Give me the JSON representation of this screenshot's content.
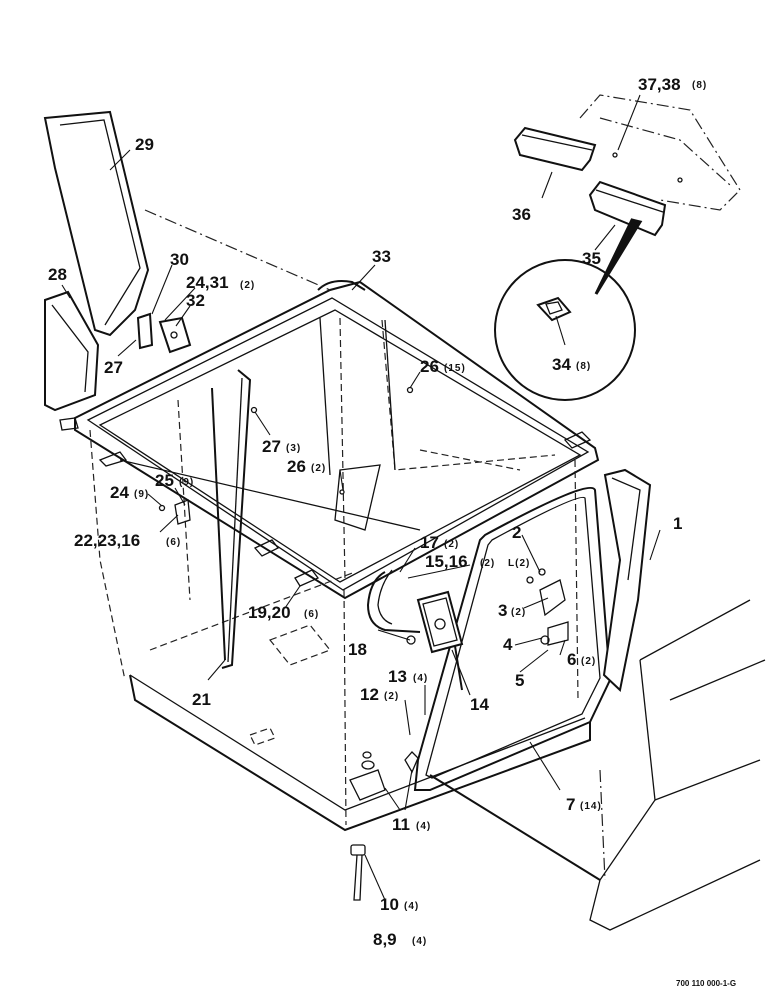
{
  "callouts": {
    "c1": "1",
    "c2": "2",
    "c3": "3",
    "c3q": "(2)",
    "c4": "4",
    "c5": "5",
    "c6": "6",
    "c6q": "(2)",
    "c7": "7",
    "c7q": "(14)",
    "c8_9": "8,9",
    "c8_9q": "(4)",
    "c10": "10",
    "c10q": "(4)",
    "c11": "11",
    "c11q": "(4)",
    "c12": "12",
    "c12q": "(2)",
    "c13": "13",
    "c13q": "(4)",
    "c14": "14",
    "c15_16": "15,16",
    "c15_16q": "(2)",
    "c15_16L": "L(2)",
    "c17": "17",
    "c17q": "(2)",
    "c18": "18",
    "c19_20": "19,20",
    "c19_20q": "(6)",
    "c21": "21",
    "c22_23_16": "22,23,16",
    "c22_23_16q": "(6)",
    "c24a": "24",
    "c24aq": "(9)",
    "c24_31": "24,31",
    "c24_31q": "(2)",
    "c25": "25",
    "c25q": "(9)",
    "c26a": "26",
    "c26aq": "(15)",
    "c26b": "26",
    "c26bq": "(2)",
    "c27a": "27",
    "c27aq": "(3)",
    "c27b": "27",
    "c28": "28",
    "c29": "29",
    "c30": "30",
    "c32": "32",
    "c33": "33",
    "c34": "34",
    "c34q": "(8)",
    "c35": "35",
    "c36": "36",
    "c37_38": "37,38",
    "c37_38q": "(8)"
  },
  "drawing_code": "700 110 000-1-G"
}
